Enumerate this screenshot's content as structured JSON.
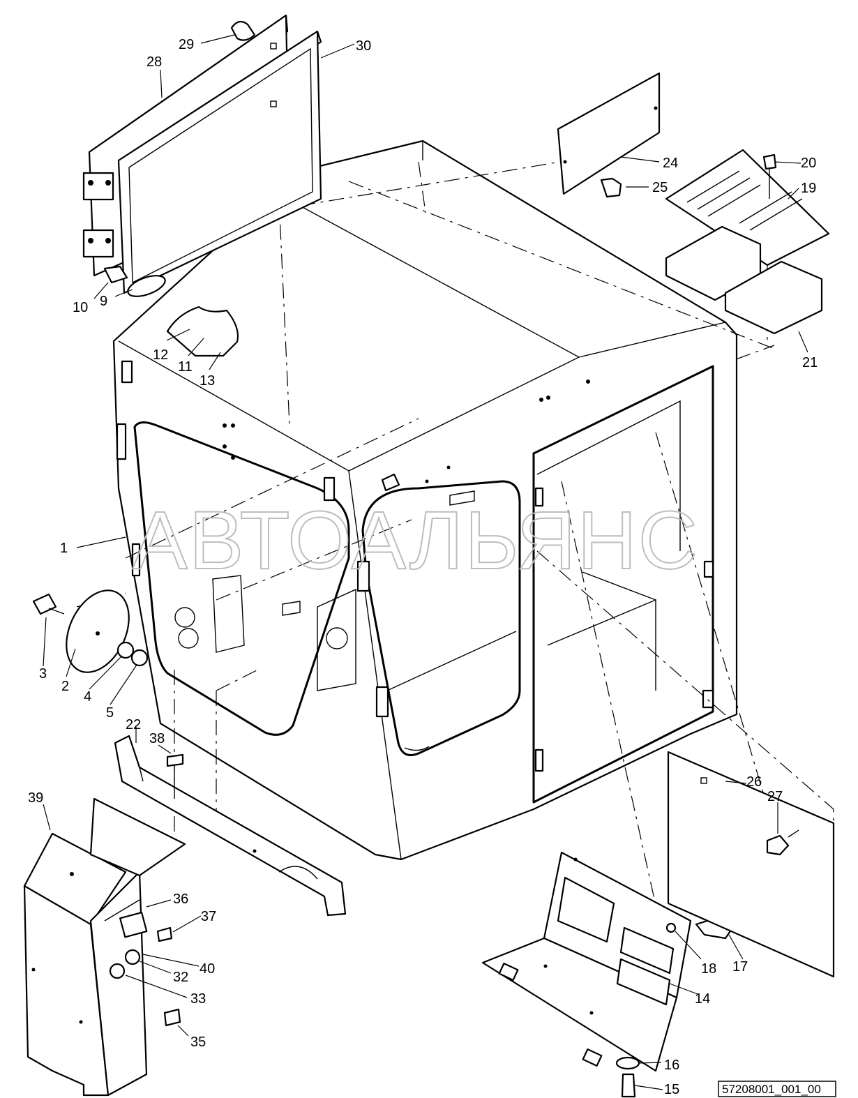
{
  "watermark": "АВТОАЛЬЯНС",
  "drawing_code": "57208001_001_00",
  "callouts": [
    {
      "id": "1",
      "label": "1"
    },
    {
      "id": "2",
      "label": "2"
    },
    {
      "id": "3",
      "label": "3"
    },
    {
      "id": "4",
      "label": "4"
    },
    {
      "id": "5",
      "label": "5"
    },
    {
      "id": "9",
      "label": "9"
    },
    {
      "id": "10",
      "label": "10"
    },
    {
      "id": "11",
      "label": "11"
    },
    {
      "id": "12",
      "label": "12"
    },
    {
      "id": "13",
      "label": "13"
    },
    {
      "id": "14",
      "label": "14"
    },
    {
      "id": "15",
      "label": "15"
    },
    {
      "id": "16",
      "label": "16"
    },
    {
      "id": "17",
      "label": "17"
    },
    {
      "id": "18",
      "label": "18"
    },
    {
      "id": "19",
      "label": "19"
    },
    {
      "id": "20",
      "label": "20"
    },
    {
      "id": "21",
      "label": "21"
    },
    {
      "id": "22",
      "label": "22"
    },
    {
      "id": "24",
      "label": "24"
    },
    {
      "id": "25",
      "label": "25"
    },
    {
      "id": "26",
      "label": "26"
    },
    {
      "id": "27",
      "label": "27"
    },
    {
      "id": "28",
      "label": "28"
    },
    {
      "id": "29",
      "label": "29"
    },
    {
      "id": "30",
      "label": "30"
    },
    {
      "id": "32",
      "label": "32"
    },
    {
      "id": "33",
      "label": "33"
    },
    {
      "id": "35",
      "label": "35"
    },
    {
      "id": "36",
      "label": "36"
    },
    {
      "id": "37",
      "label": "37"
    },
    {
      "id": "38",
      "label": "38"
    },
    {
      "id": "39",
      "label": "39"
    },
    {
      "id": "40",
      "label": "40"
    }
  ]
}
